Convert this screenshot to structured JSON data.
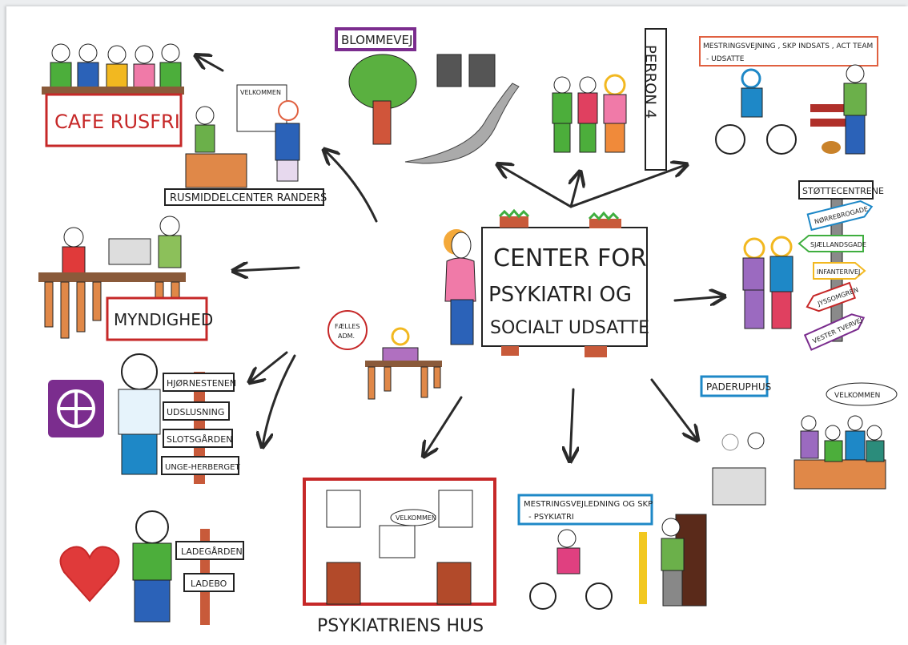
{
  "center": {
    "line1": "CENTER FOR",
    "line2": "PSYKIATRI OG",
    "line3": "SOCIALT UDSATTE"
  },
  "nodes": {
    "cafe_rusfri": "CAFE RUSFRI",
    "rusmiddelcenter": "RUSMIDDELCENTER RANDERS",
    "velkommen_sign": "VELKOMMEN",
    "blommevej": "BLOMMEVEJ",
    "perron": "PERRON 4",
    "mestring_top_line1": "MESTRINGSVEJNING , SKP INDSATS , ACT TEAM",
    "mestring_top_line2": "- UDSATTE",
    "myndighed": "MYNDIGHED",
    "faelles_line1": "FÆLLES",
    "faelles_line2": "ADM.",
    "stottecentrene": "STØTTECENTRENE",
    "paderuphus": "PADERUPHUS",
    "velkommen_bubble": "VELKOMMEN",
    "psykiatriens_hus": "PSYKIATRIENS HUS",
    "psyk_velkommen": "VELKOMMEN",
    "mestring_bottom_line1": "MESTRINGSVEJLEDNING OG SKP",
    "mestring_bottom_line2": "- PSYKIATRI",
    "ladegarden": "LADEGÅRDEN",
    "ladebo": "LADEBO"
  },
  "stotte_arrows": [
    "NØRREBROGADE",
    "SJÆLLANDSGADE",
    "INFANTERIVEJ",
    "JYSSOMGREN",
    "VESTER TVERVEJ"
  ],
  "hjornesten_signs": [
    "HJØRNESTENEN",
    "UDSLUSNING",
    "SLOTSGÅRDEN",
    "UNGE-HERBERGET"
  ],
  "colors": {
    "cafe_red": "#c62828",
    "myndighed_red": "#c62828",
    "blommevej_purple": "#7b2d8e",
    "mestring_blue": "#1e88c7",
    "sign_brown": "#8a5a3a",
    "grass": "#3fae3f"
  }
}
